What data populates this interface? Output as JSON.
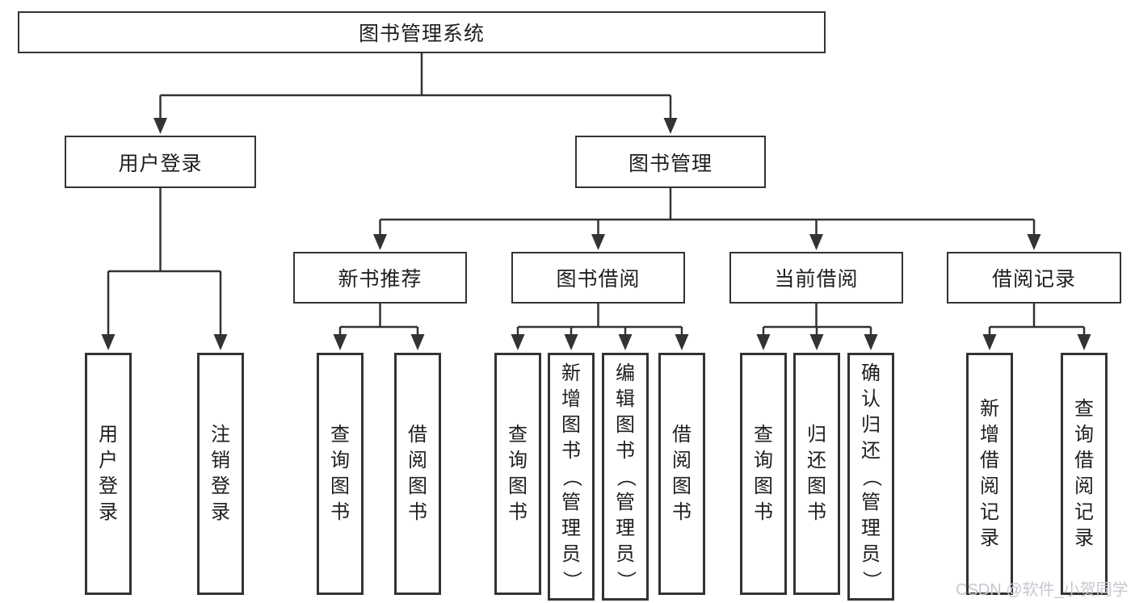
{
  "root": {
    "label": "图书管理系统"
  },
  "user_login": {
    "label": "用户登录",
    "children": [
      {
        "label": "用户登录"
      },
      {
        "label": "注销登录"
      }
    ]
  },
  "book_management": {
    "label": "图书管理",
    "sections": [
      {
        "label": "新书推荐",
        "children": [
          {
            "label": "查询图书"
          },
          {
            "label": "借阅图书"
          }
        ]
      },
      {
        "label": "图书借阅",
        "children": [
          {
            "label": "查询图书"
          },
          {
            "label": "新增图书（管理员）"
          },
          {
            "label": "编辑图书（管理员）"
          },
          {
            "label": "借阅图书"
          }
        ]
      },
      {
        "label": "当前借阅",
        "children": [
          {
            "label": "查询图书"
          },
          {
            "label": "归还图书"
          },
          {
            "label": "确认归还（管理员）"
          }
        ]
      },
      {
        "label": "借阅记录",
        "children": [
          {
            "label": "新增借阅记录"
          },
          {
            "label": "查询借阅记录"
          }
        ]
      }
    ]
  },
  "watermark": "CSDN @软件_小贺同学",
  "colors": {
    "line": "#333333",
    "box_border": "#333333",
    "box_fill": "#ffffff",
    "text": "#1e1e1e",
    "watermark": "#c5c9cf"
  }
}
